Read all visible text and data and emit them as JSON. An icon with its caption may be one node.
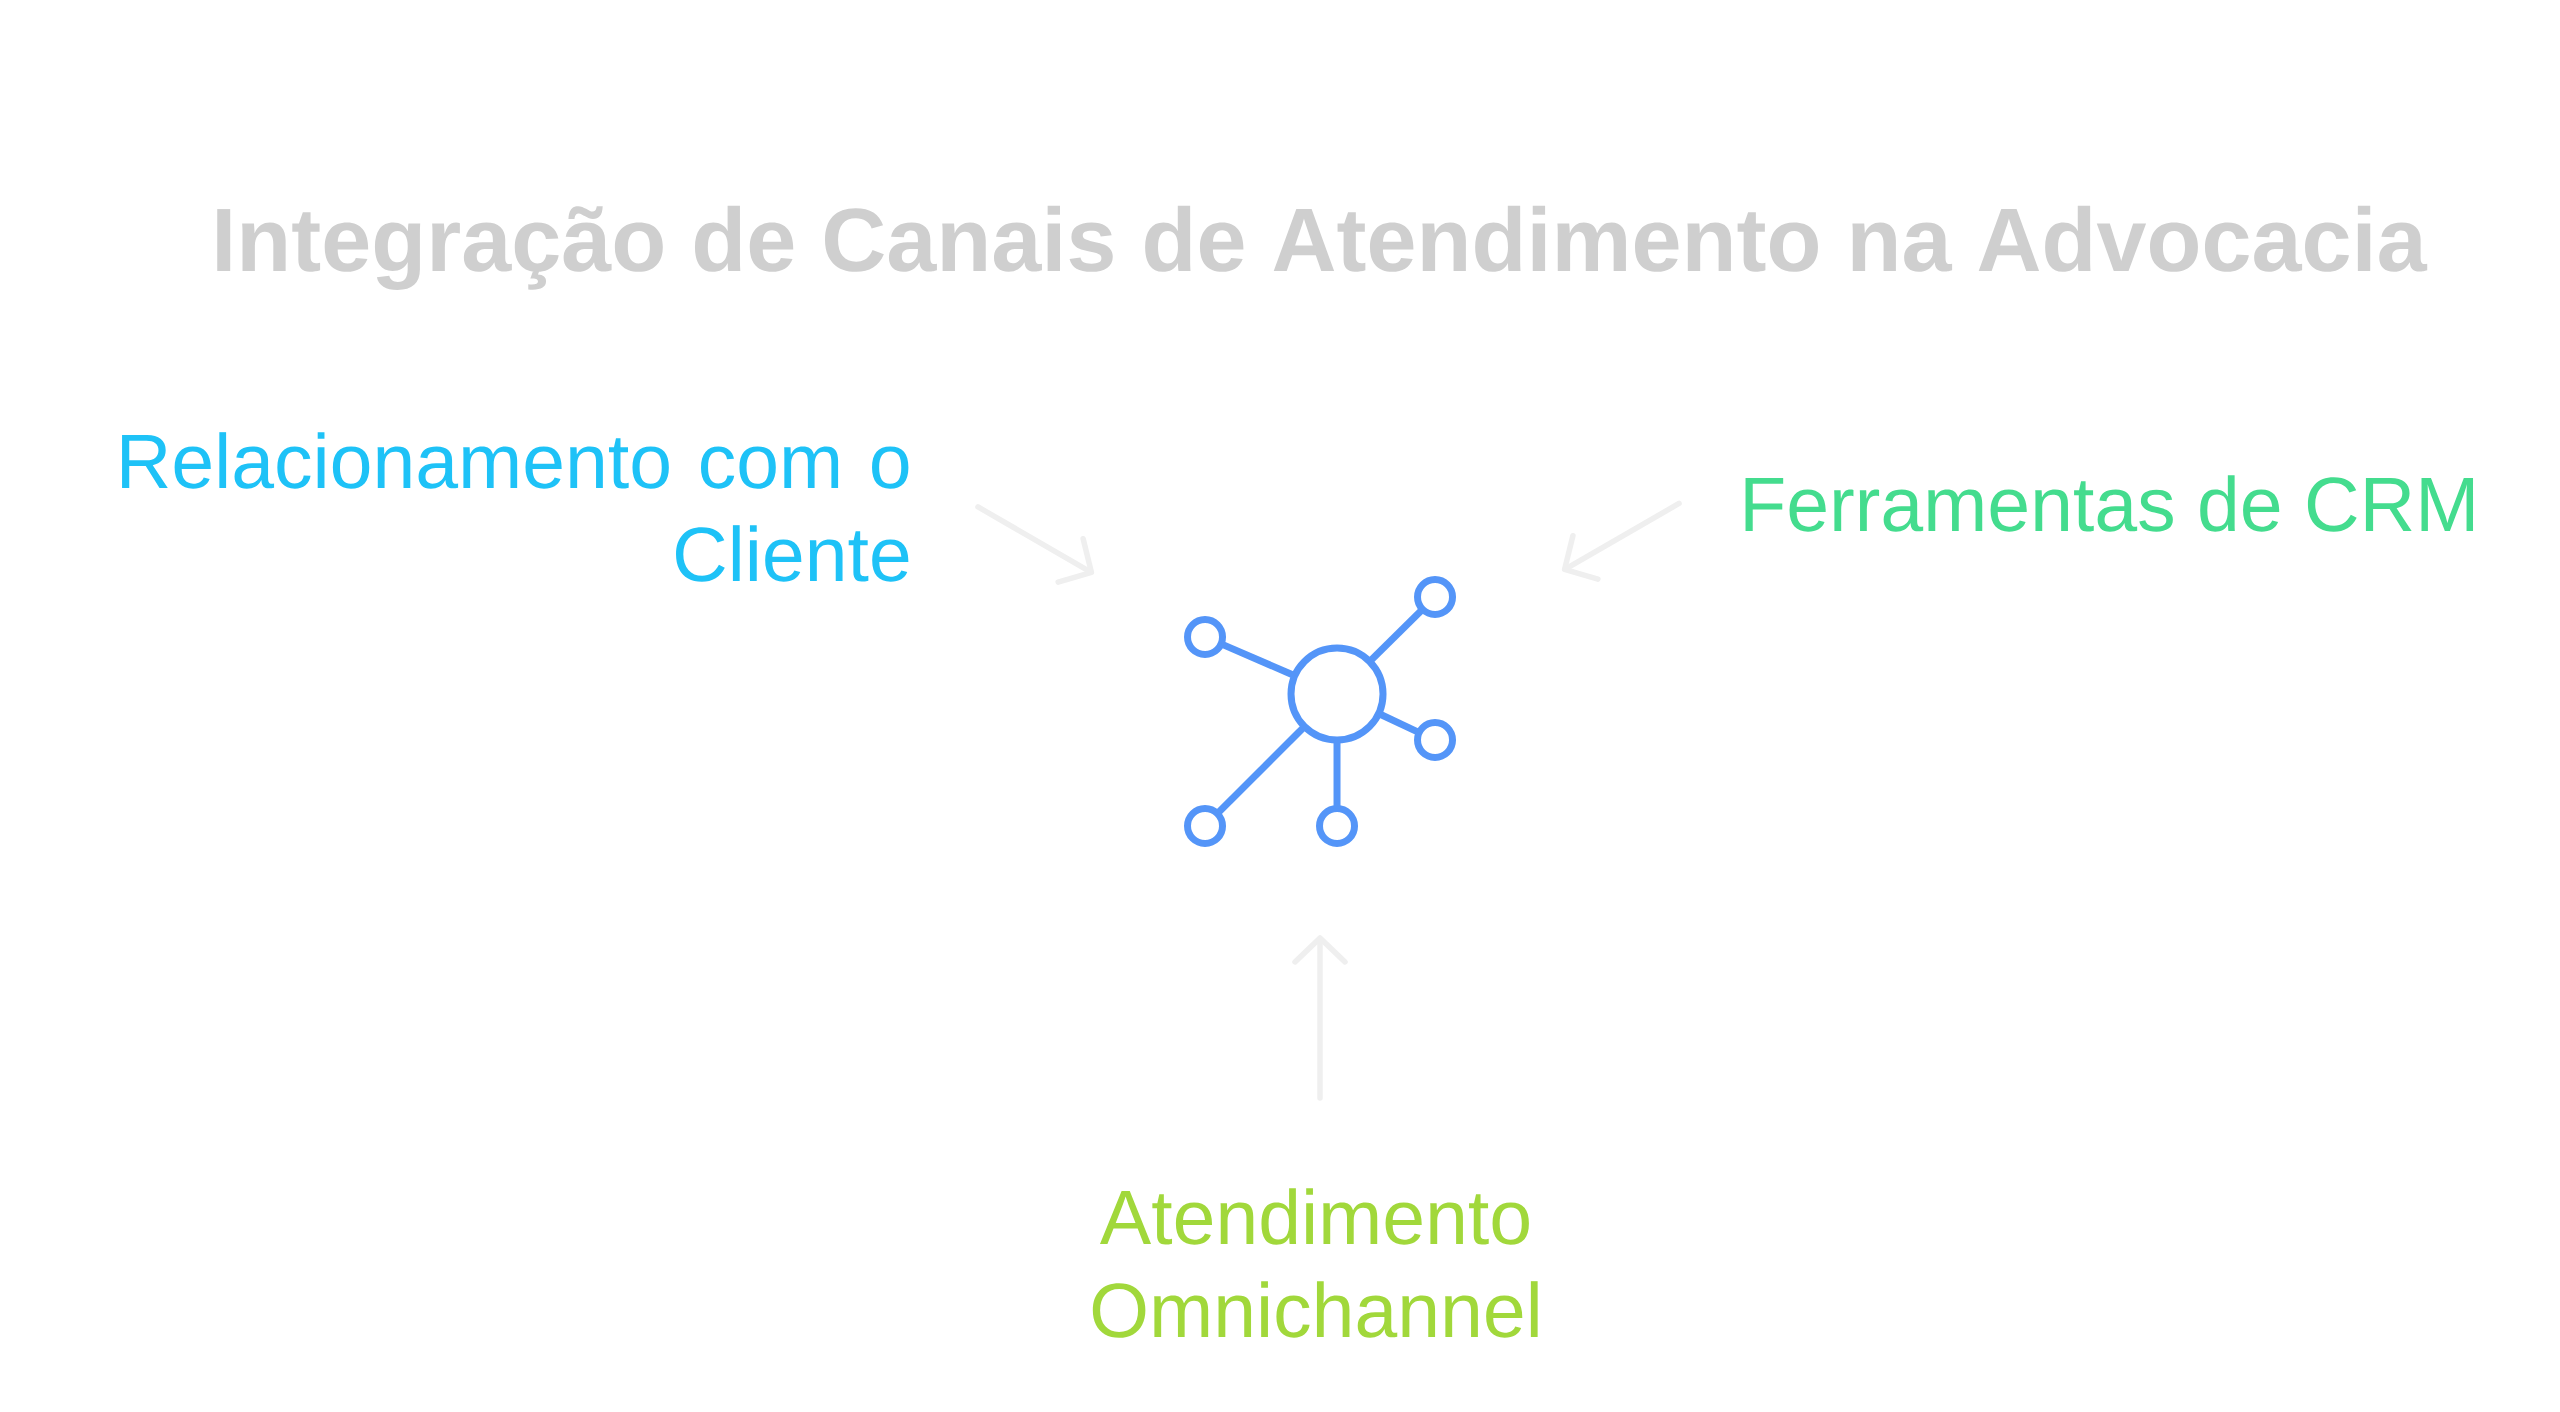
{
  "diagram": {
    "title": "Integração de Canais de Atendimento na Advocacia",
    "nodes": [
      {
        "text": [
          "Relacionamento com o Cliente"
        ]
      },
      {
        "text": [
          "Ferramentas de CRM"
        ]
      },
      {
        "text": [],
        "shape": "picture"
      },
      {
        "text": [
          "Atendimento Omnichannel"
        ]
      }
    ],
    "edges": [
      {
        "from": 0,
        "to": 2,
        "arrow": "to"
      },
      {
        "from": 1,
        "to": 2,
        "arrow": "to"
      },
      {
        "from": 3,
        "to": 2,
        "arrow": "to"
      }
    ]
  }
}
